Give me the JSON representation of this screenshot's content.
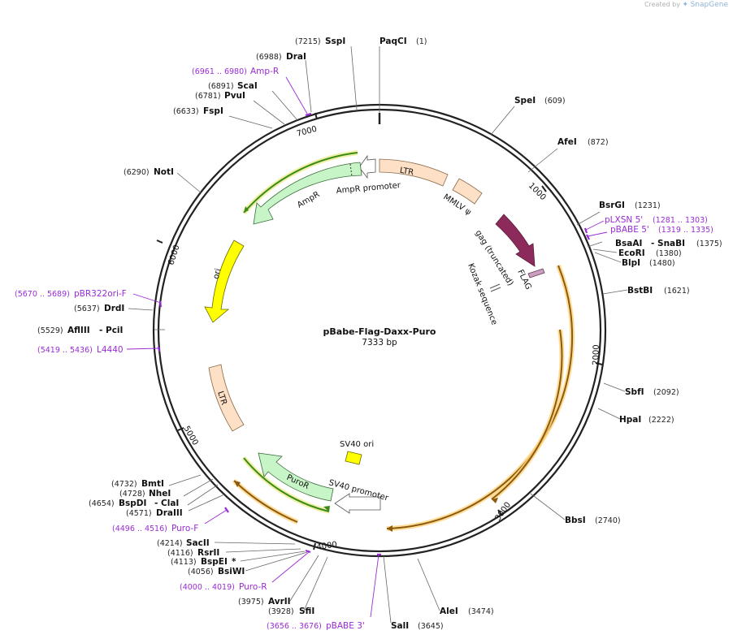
{
  "watermark": {
    "created_by": "Created by",
    "brand": "SnapGene"
  },
  "plasmid": {
    "name": "pBabe-Flag-Daxx-Puro",
    "size": "7333 bp"
  },
  "ticks": [
    "1000",
    "2000",
    "3000",
    "4000",
    "5000",
    "6000",
    "7000"
  ],
  "features": {
    "ltr_top": "LTR",
    "mmlv_psi": "MMLV ψ",
    "amp_promoter": "AmpR promoter",
    "ampr": "AmpR",
    "gag": "gag (truncated)",
    "flag": "FLAG",
    "kozak": "Kozak sequence",
    "ori": "ori",
    "ltr_left": "LTR",
    "sv40_ori": "SV40 ori",
    "puror": "PuroR",
    "sv40_promoter": "SV40 promoter"
  },
  "sites": {
    "sspi": {
      "pos": "(7215)",
      "name": "SspI"
    },
    "paqci": {
      "name": "PaqCI",
      "pos": "(1)"
    },
    "drai": {
      "pos": "(6988)",
      "name": "DraI"
    },
    "ampr_primer": {
      "pos": "(6961 .. 6980)",
      "name": "Amp-R"
    },
    "scai": {
      "pos": "(6891)",
      "name": "ScaI"
    },
    "pvui": {
      "pos": "(6781)",
      "name": "PvuI"
    },
    "fspi": {
      "pos": "(6633)",
      "name": "FspI"
    },
    "noti": {
      "pos": "(6290)",
      "name": "NotI"
    },
    "spei": {
      "name": "SpeI",
      "pos": "(609)"
    },
    "afei": {
      "name": "AfeI",
      "pos": "(872)"
    },
    "bsrgi": {
      "name": "BsrGI",
      "pos": "(1231)"
    },
    "plxsn5": {
      "name": "pLXSN 5'",
      "pos": "(1281 .. 1303)"
    },
    "pbabe5": {
      "name": "pBABE 5'",
      "pos": "(1319 .. 1335)"
    },
    "bsaai": {
      "name": "BsaAI",
      "extra": "- SnaBI",
      "pos": "(1375)"
    },
    "ecori": {
      "name": "EcoRI",
      "pos": "(1380)"
    },
    "blpi": {
      "name": "BlpI",
      "pos": "(1480)"
    },
    "bstbi": {
      "name": "BstBI",
      "pos": "(1621)"
    },
    "sbfi": {
      "name": "SbfI",
      "pos": "(2092)"
    },
    "hpai": {
      "name": "HpaI",
      "pos": "(2222)"
    },
    "bbsi": {
      "name": "BbsI",
      "pos": "(2740)"
    },
    "alei": {
      "name": "AleI",
      "pos": "(3474)"
    },
    "sali": {
      "name": "SalI",
      "pos": "(3645)"
    },
    "pbabe3": {
      "pos": "(3656 .. 3676)",
      "name": "pBABE 3'"
    },
    "sfii": {
      "pos": "(3928)",
      "name": "SfiI"
    },
    "avrii": {
      "pos": "(3975)",
      "name": "AvrII"
    },
    "puror_primer": {
      "pos": "(4000 .. 4019)",
      "name": "Puro-R"
    },
    "bsiwi": {
      "pos": "(4056)",
      "name": "BsiWI"
    },
    "bspei": {
      "pos": "(4113)",
      "name": "BspEI",
      "extra": "*"
    },
    "rsrii": {
      "pos": "(4116)",
      "name": "RsrII"
    },
    "sacii": {
      "pos": "(4214)",
      "name": "SacII"
    },
    "purof": {
      "pos": "(4496 .. 4516)",
      "name": "Puro-F"
    },
    "draiii": {
      "pos": "(4571)",
      "name": "DraIII"
    },
    "bspdi": {
      "pos": "(4654)",
      "name": "BspDI",
      "extra": "- ClaI"
    },
    "nhei": {
      "pos": "(4728)",
      "name": "NheI"
    },
    "bmti": {
      "pos": "(4732)",
      "name": "BmtI"
    },
    "l4440": {
      "pos": "(5419 .. 5436)",
      "name": "L4440"
    },
    "afliii": {
      "pos": "(5529)",
      "name": "AflIII",
      "extra": "- PciI"
    },
    "drdi": {
      "pos": "(5637)",
      "name": "DrdI"
    },
    "pbr322": {
      "pos": "(5670 .. 5689)",
      "name": "pBR322ori-F"
    }
  },
  "colors": {
    "backbone": "#222222",
    "ampr": "#c8f5c8",
    "ampr_highlight": "#3a8a1a",
    "ltr": "#fde0c5",
    "gag": "#8b2a5b",
    "ori": "#ffff00",
    "orf_highlight": "#c87f0a",
    "primer": "#9a2bd6",
    "promoter": "#ffffff"
  }
}
